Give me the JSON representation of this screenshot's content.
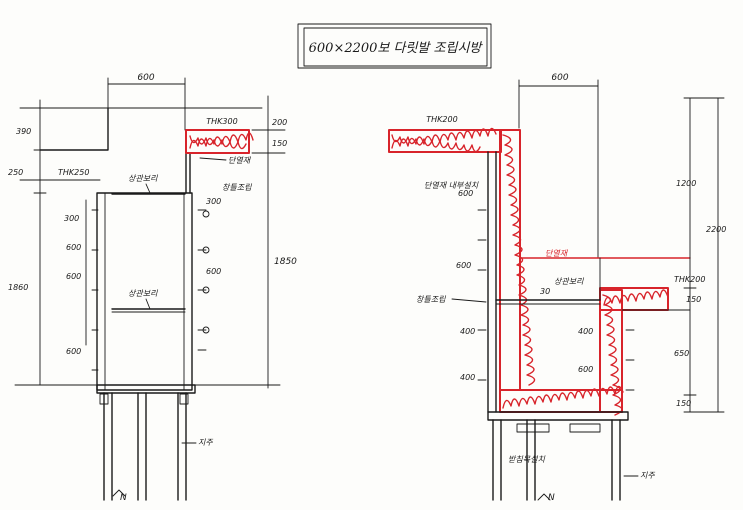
{
  "title": "600×2200보 다릿발 조립시방",
  "colors": {
    "ink": "#1a1a1a",
    "insulation": "#d8242b",
    "paper": "#fdfdfb"
  },
  "left_drawing": {
    "dims": {
      "top_width": "600",
      "thk300": "THK300",
      "thk250": "THK250",
      "d390": "390",
      "d250": "250",
      "d200": "200",
      "d150": "150",
      "d300_right": "300",
      "d1860": "1860",
      "d1850": "1850",
      "d600_a": "600",
      "d600_b": "600",
      "d600_c": "600",
      "d600_d": "600",
      "d300_left": "300"
    },
    "labels": {
      "insulation_top": "단열재",
      "strut_top": "상관보리",
      "strut_mid": "상관보리",
      "side_note": "창틀조립",
      "support": "지주",
      "north": "N"
    }
  },
  "right_drawing": {
    "dims": {
      "top_width": "600",
      "thk200_top": "THK200",
      "thk200_right": "THK200",
      "d1200": "1200",
      "d2200": "2200",
      "d650": "650",
      "d150_a": "150",
      "d150_b": "150",
      "d400_a": "400",
      "d400_b": "400",
      "d400_c": "400",
      "d600_a": "600",
      "d600_b": "600",
      "d600_c": "600",
      "d30": "30"
    },
    "labels": {
      "note_left": "단열재 내부설치",
      "red_label": "단열재",
      "strut": "상관보리",
      "frame": "창틀조립",
      "bottom_note": "받침목설치",
      "support": "지주",
      "north": "N"
    }
  }
}
